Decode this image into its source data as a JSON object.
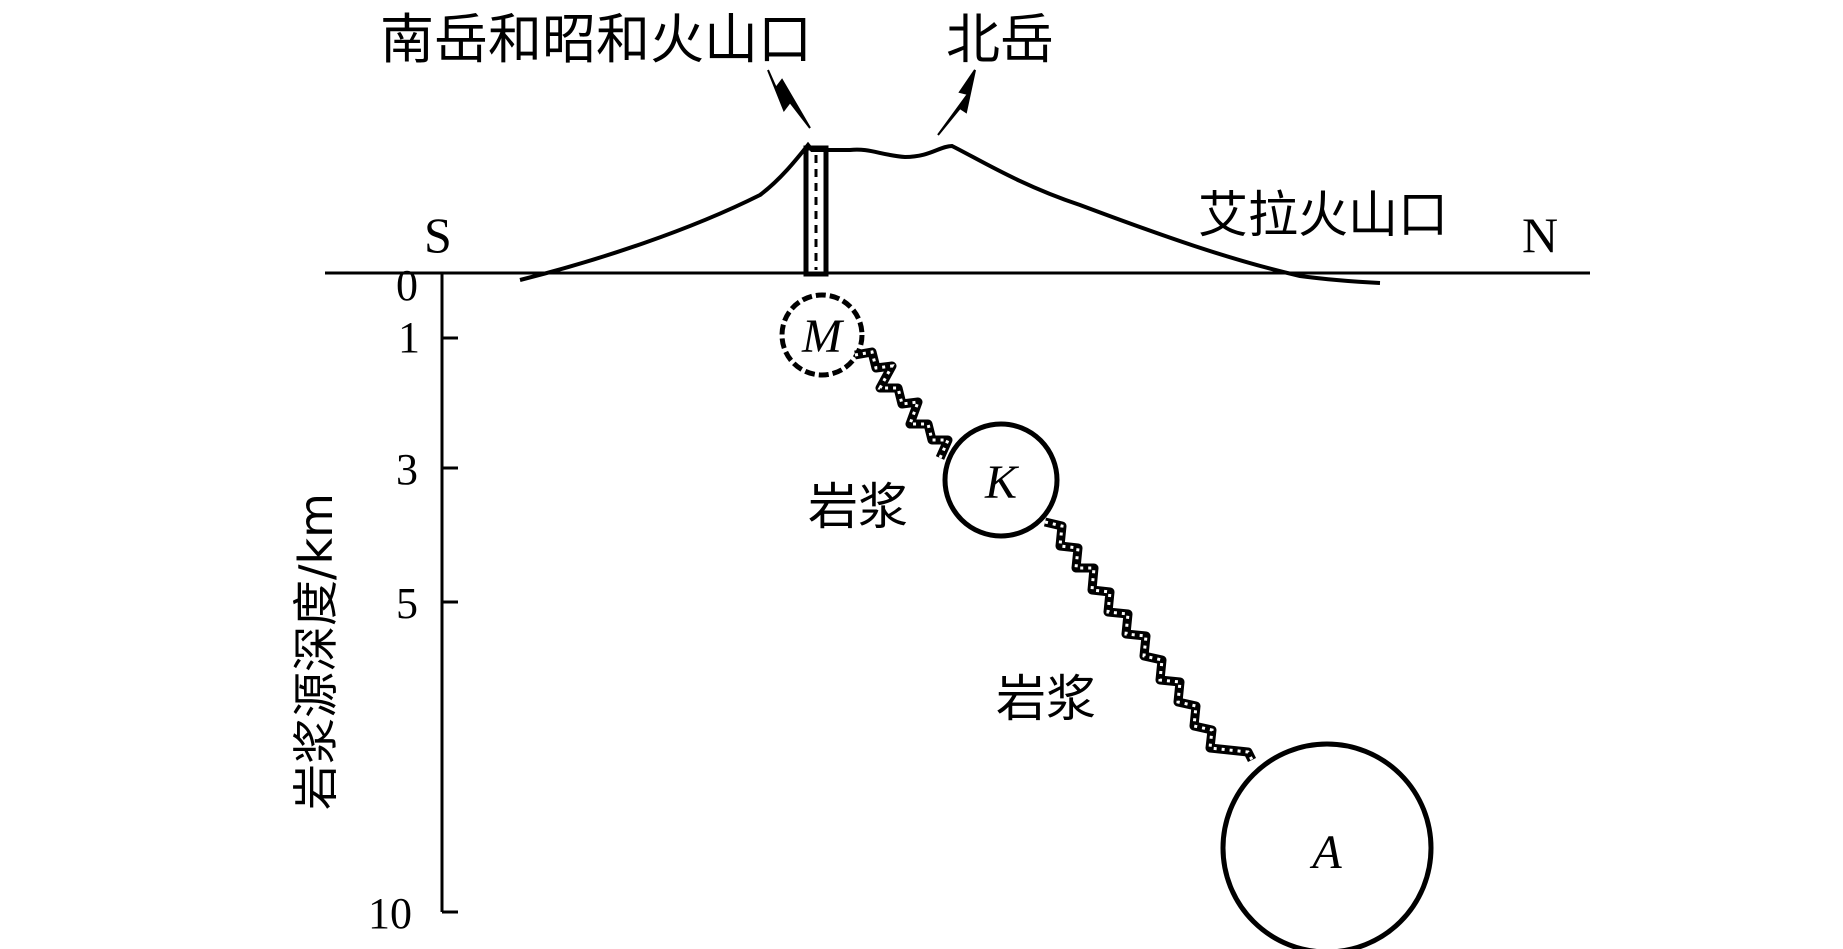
{
  "labels": {
    "south_crater": "南岳和昭和火山口",
    "north_peak": "北岳",
    "ella_crater": "艾拉火山口",
    "south": "S",
    "north": "N",
    "magma_upper": "岩浆",
    "magma_lower": "岩浆",
    "y_axis": "岩浆源深度/km"
  },
  "chambers": [
    {
      "id": "M",
      "depth_km": 1.0
    },
    {
      "id": "K",
      "depth_km": 3.0
    },
    {
      "id": "A",
      "depth_km": 9.0
    }
  ],
  "ticks": [
    "0",
    "1",
    "3",
    "5",
    "10"
  ]
}
